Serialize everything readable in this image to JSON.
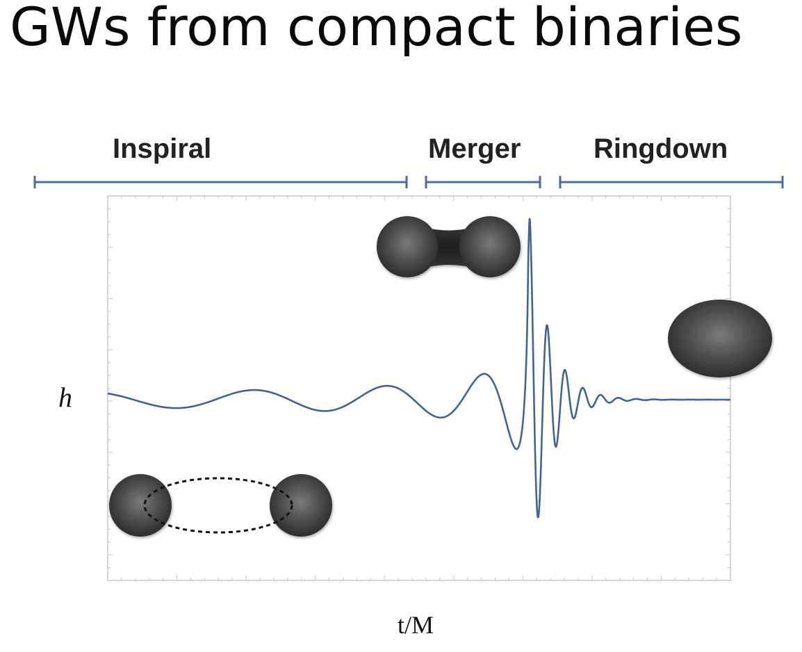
{
  "title": "GWs from compact binaries",
  "phases": {
    "inspiral": "Inspiral",
    "merger": "Merger",
    "ringdown": "Ringdown"
  },
  "axes": {
    "ylabel": "h",
    "xlabel": "t/M"
  },
  "colors": {
    "waveform": "#3f639a",
    "phase_bar": "#4a6b9e",
    "body_dark": "#2e2e2e",
    "body_light": "#7a7a7a",
    "frame": "#c8c8c8"
  }
}
